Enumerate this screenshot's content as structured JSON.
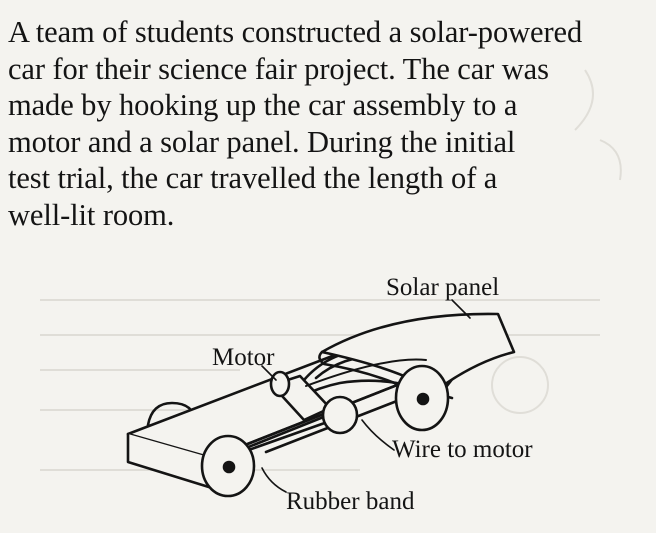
{
  "passage": {
    "lines": [
      "A team of students constructed a solar-powered",
      "car for their science fair project.  The car was",
      "made by hooking up the car assembly to a",
      "motor and a solar panel.  During the initial",
      "test trial, the car travelled the length of a",
      "well-lit room."
    ]
  },
  "figure": {
    "labels": {
      "solar_panel": "Solar panel",
      "motor": "Motor",
      "wire": "Wire to motor",
      "rubber_band": "Rubber band"
    }
  },
  "colors": {
    "paper": "#f4f3ef",
    "ink": "#141414"
  }
}
